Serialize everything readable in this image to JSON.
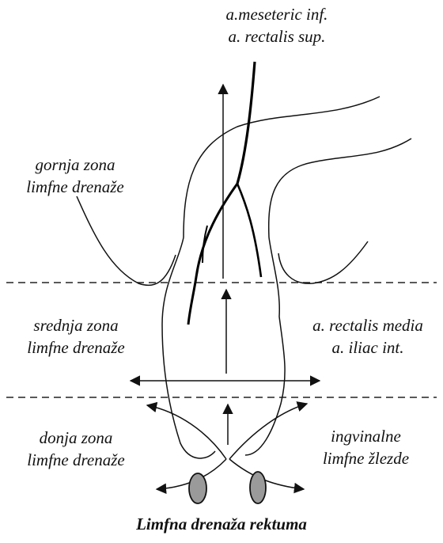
{
  "labels": {
    "top_artery_line1": "a.meseteric inf.",
    "top_artery_line2": "a. rectalis sup.",
    "upper_zone_line1": "gornja zona",
    "upper_zone_line2": "limfne drenaže",
    "middle_zone_line1": "srednja zona",
    "middle_zone_line2": "limfne drenaže",
    "middle_artery_line1": "a. rectalis media",
    "middle_artery_line2": "a. iliac int.",
    "lower_zone_line1": "donja zona",
    "lower_zone_line2": "limfne drenaže",
    "inguinal_line1": "ingvinalne",
    "inguinal_line2": "limfne žlezde"
  },
  "caption": "Limfna drenaža rektuma",
  "colors": {
    "ink": "#111111",
    "node_fill": "#9a9a9a"
  }
}
